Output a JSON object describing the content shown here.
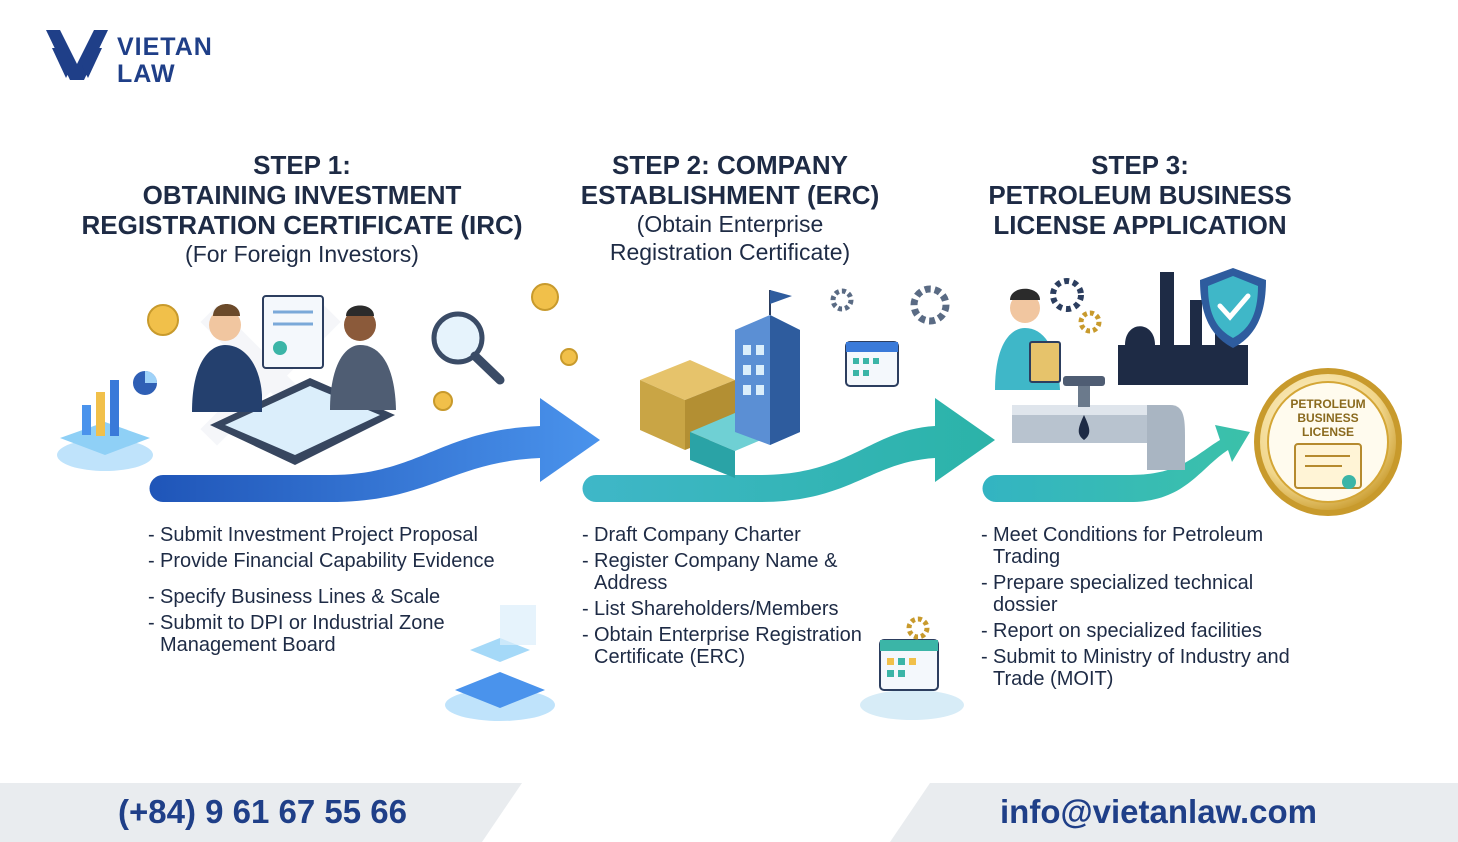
{
  "brand": {
    "logo_line1": "VIETAN",
    "logo_line2": "LAW"
  },
  "steps": [
    {
      "title_lines": [
        "STEP 1:",
        "OBTAINING INVESTMENT",
        "REGISTRATION CERTIFICATE (IRC)"
      ],
      "subtitle_lines": [
        "(For Foreign Investors)"
      ],
      "bullets": [
        "Submit Investment Project Proposal",
        "Provide Financial Capability Evidence",
        "Specify Business Lines & Scale",
        "Submit to DPI or Industrial Zone Management Board"
      ]
    },
    {
      "title_lines": [
        "STEP 2: COMPANY",
        "ESTABLISHMENT (ERC)"
      ],
      "subtitle_lines": [
        "(Obtain Enterprise",
        "Registration Certificate)"
      ],
      "bullets": [
        "Draft Company Charter",
        "Register Company Name & Address",
        "List Shareholders/Members",
        "Obtain Enterprise Registration Certificate (ERC)"
      ]
    },
    {
      "title_lines": [
        "STEP 3:",
        "PETROLEUM BUSINESS",
        "LICENSE APPLICATION"
      ],
      "subtitle_lines": [],
      "bullets": [
        "Meet Conditions for Petroleum Trading",
        "Prepare specialized technical dossier",
        "Report on specialized facilities",
        "Submit to Ministry of Industry and Trade (MOIT)"
      ]
    }
  ],
  "license_badge": {
    "line1": "PETROLEUM",
    "line2": "BUSINESS",
    "line3": "LICENSE"
  },
  "contact": {
    "phone": "(+84) 9 61 67 55 66",
    "email": "info@vietanlaw.com"
  },
  "colors": {
    "navy": "#1f3f88",
    "blue_arrow": "#2f6fd6",
    "teal_arrow": "#2bb3b1",
    "gold": "#d4a636"
  }
}
